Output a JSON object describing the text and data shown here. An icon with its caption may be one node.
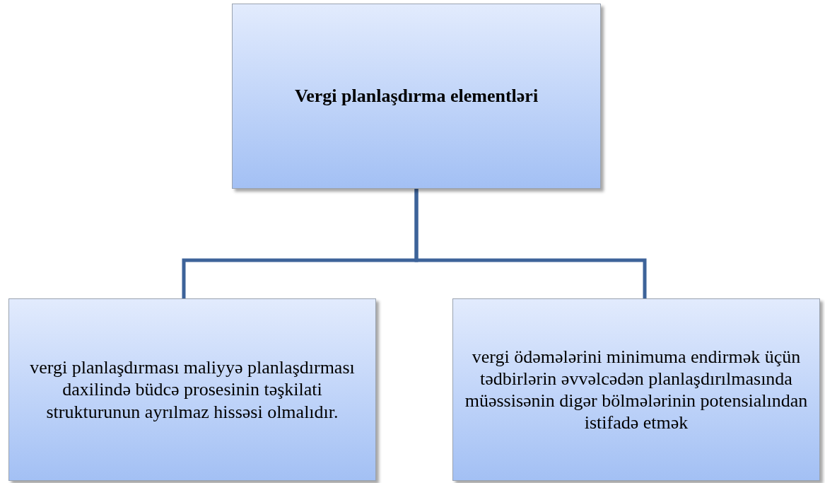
{
  "diagram": {
    "nodes": [
      {
        "text": [
          "Vergi planlaşdırma elementləri"
        ]
      },
      {
        "text": [
          "vergi planlaşdırması maliyyə planlaşdırması daxilində büdcə prosesinin təşkilati strukturunun ayrılmaz hissəsi olmalıdır."
        ]
      },
      {
        "text": [
          "vergi ödəmələrini minimuma endirmək üçün tədbirlərin əvvəlcədən planlaşdırılmasında müəssisənin digər bölmələrinin potensialından istifadə etmək"
        ]
      }
    ],
    "edges": [
      {
        "from": 0,
        "to": 1,
        "arrow": "none"
      },
      {
        "from": 0,
        "to": 2,
        "arrow": "none"
      }
    ]
  }
}
